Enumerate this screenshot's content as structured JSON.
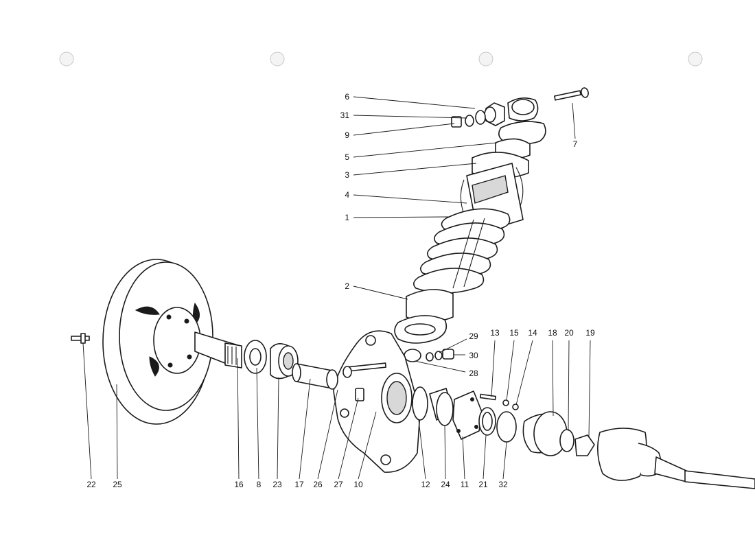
{
  "callouts": [
    {
      "id": "c6",
      "label": "6"
    },
    {
      "id": "c31",
      "label": "31"
    },
    {
      "id": "c9",
      "label": "9"
    },
    {
      "id": "c5",
      "label": "5"
    },
    {
      "id": "c3",
      "label": "3"
    },
    {
      "id": "c4",
      "label": "4"
    },
    {
      "id": "c1",
      "label": "1"
    },
    {
      "id": "c7",
      "label": "7"
    },
    {
      "id": "c2",
      "label": "2"
    },
    {
      "id": "c29",
      "label": "29"
    },
    {
      "id": "c30",
      "label": "30"
    },
    {
      "id": "c28",
      "label": "28"
    },
    {
      "id": "c13",
      "label": "13"
    },
    {
      "id": "c15",
      "label": "15"
    },
    {
      "id": "c14",
      "label": "14"
    },
    {
      "id": "c18",
      "label": "18"
    },
    {
      "id": "c20",
      "label": "20"
    },
    {
      "id": "c19",
      "label": "19"
    },
    {
      "id": "c22",
      "label": "22"
    },
    {
      "id": "c25",
      "label": "25"
    },
    {
      "id": "c16",
      "label": "16"
    },
    {
      "id": "c8",
      "label": "8"
    },
    {
      "id": "c23",
      "label": "23"
    },
    {
      "id": "c17",
      "label": "17"
    },
    {
      "id": "c26",
      "label": "26"
    },
    {
      "id": "c27",
      "label": "27"
    },
    {
      "id": "c10",
      "label": "10"
    },
    {
      "id": "c12",
      "label": "12"
    },
    {
      "id": "c24",
      "label": "24"
    },
    {
      "id": "c11",
      "label": "11"
    },
    {
      "id": "c21",
      "label": "21"
    },
    {
      "id": "c32",
      "label": "32"
    }
  ]
}
